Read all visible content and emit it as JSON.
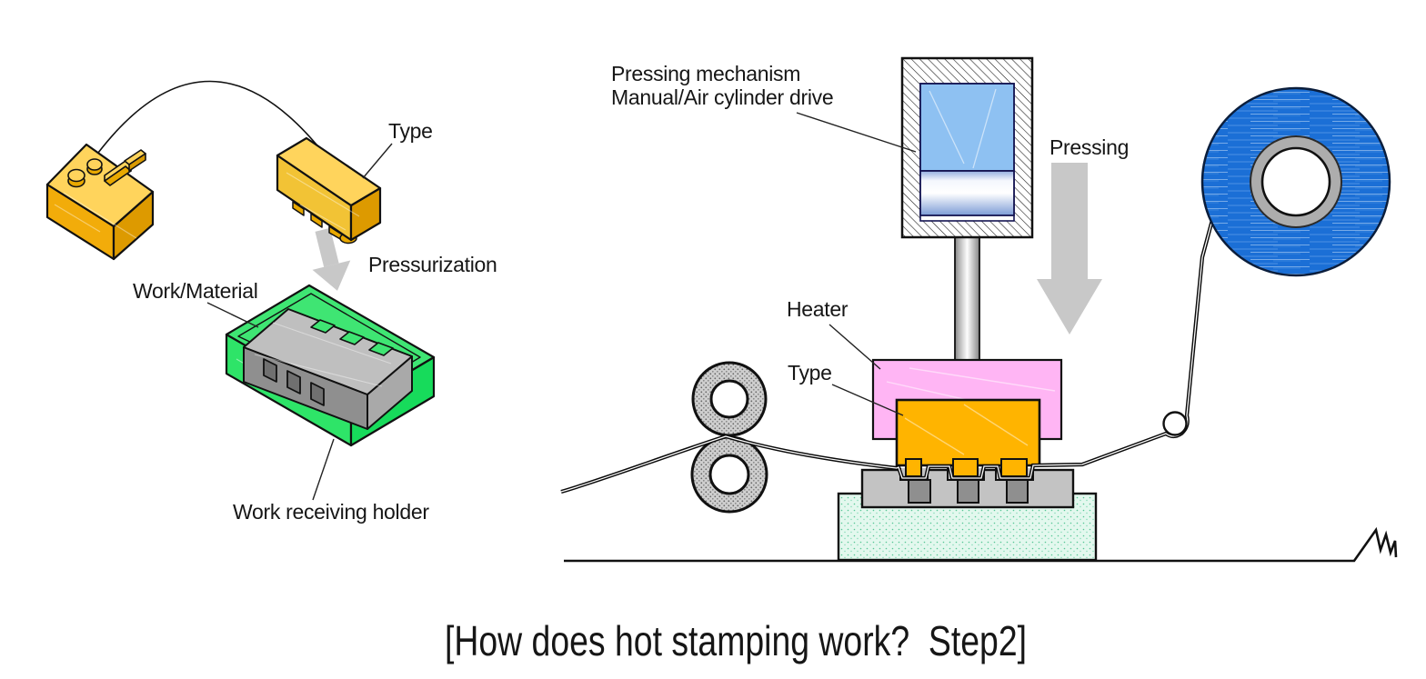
{
  "title": "[How does hot stamping work?  Step2]",
  "step_diagram": {
    "type_label": "Type",
    "pressurization_label": "Pressurization",
    "work_material_label": "Work/Material",
    "work_receiving_holder_label": "Work receiving holder"
  },
  "machine_diagram": {
    "pressing_mechanism_label_line1": "Pressing mechanism",
    "pressing_mechanism_label_line2": "Manual/Air cylinder drive",
    "pressing_label": "Pressing",
    "heater_label": "Heater",
    "type_label": "Type"
  },
  "colors": {
    "gold_top": "#FFD45C",
    "gold_front": "#F2AC0A",
    "gold_side": "#DD9A00",
    "heater_pink": "#FFB5F4",
    "type_orange": "#FFB400",
    "holder_green_top": "#3FE573",
    "holder_green_front": "#2EE468",
    "holder_green_side": "#17DB5B",
    "mint_holder": "#E3F8EE",
    "foil_roll_blue": "#1B6FD6",
    "work_gray": "#C3C3C3",
    "arrow_gray": "#C8C8C8",
    "piston_blue": "#8EC1F2"
  }
}
